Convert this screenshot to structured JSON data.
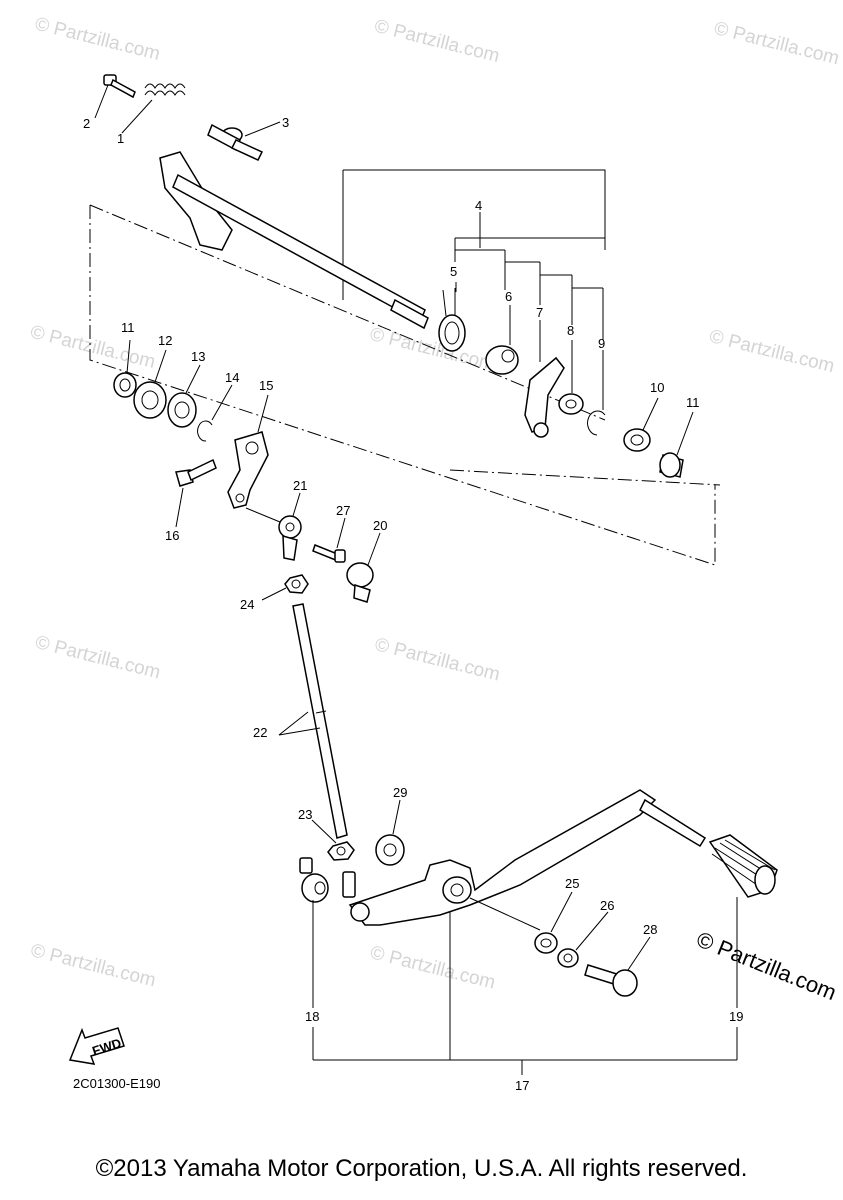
{
  "watermark_text": "© Partzilla.com",
  "watermark_large_text": "© Partzilla.com",
  "diagram_code": "2C01300-E190",
  "fwd_label": "FWD",
  "copyright": "©2013 Yamaha Motor Corporation, U.S.A. All rights reserved.",
  "callouts": {
    "c1": "1",
    "c2": "2",
    "c3": "3",
    "c4": "4",
    "c5": "5",
    "c6": "6",
    "c7": "7",
    "c8": "8",
    "c9": "9",
    "c10": "10",
    "c11a": "11",
    "c11b": "11",
    "c12": "12",
    "c13": "13",
    "c14": "14",
    "c15": "15",
    "c16": "16",
    "c17": "17",
    "c18": "18",
    "c19": "19",
    "c20": "20",
    "c21": "21",
    "c22": "22",
    "c23": "23",
    "c24": "24",
    "c25": "25",
    "c26": "26",
    "c27": "27",
    "c28": "28",
    "c29": "29"
  }
}
